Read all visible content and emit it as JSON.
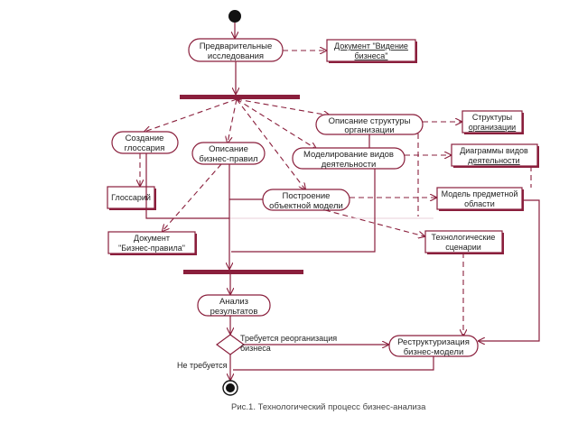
{
  "activities": {
    "preliminary": [
      "Предварительные",
      "исследования"
    ],
    "glossary_create": [
      "Создание",
      "глоссария"
    ],
    "business_rules": [
      "Описание",
      "бизнес-правил"
    ],
    "org_structure": [
      "Описание структуры",
      "организации"
    ],
    "modeling": [
      "Моделирование видов",
      "деятельности"
    ],
    "object_model": [
      "Построение",
      "объектной модели"
    ],
    "analysis": [
      "Анализ",
      "результатов"
    ],
    "restructuring": [
      "Реструктуризация",
      "бизнес-модели"
    ]
  },
  "objects": {
    "vision_doc": [
      "Документ \"Видение",
      "бизнеса\""
    ],
    "org_structures": [
      "Структуры",
      "организации"
    ],
    "activity_diagrams": [
      "Диаграммы видов",
      "деятельности"
    ],
    "domain_model": [
      "Модель предметной",
      "области"
    ],
    "glossary": [
      "Глоссарий"
    ],
    "rules_doc": [
      "Документ",
      "\"Бизнес-правила\""
    ],
    "scenarios": [
      "Технологические",
      "сценарии"
    ]
  },
  "guards": {
    "yes": [
      "Требуется реорганизация",
      "бизнеса"
    ],
    "no": "Не требуется"
  },
  "caption": "Рис.1. Технологический процесс бизнес-анализа",
  "colors": {
    "line": "#8a1f3c",
    "text": "#222222"
  }
}
